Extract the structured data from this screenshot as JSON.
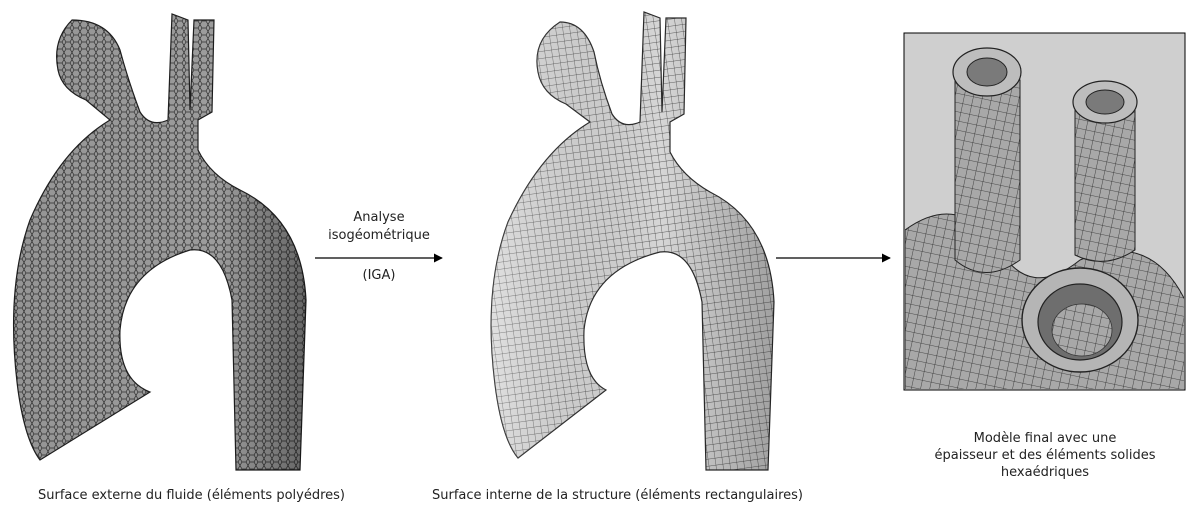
{
  "figure": {
    "panel1": {
      "caption": "Surface externe du fluide (éléments polyédres)"
    },
    "arrow1": {
      "label_top": "Analyse",
      "label_mid": "isogéométrique",
      "label_bot": "(IGA)"
    },
    "panel2": {
      "caption": "Surface interne de la structure (éléments rectangulaires)"
    },
    "panel3": {
      "caption_line1": "Modèle final avec une",
      "caption_line2": "épaisseur et des éléments solides",
      "caption_line3": "hexaédriques"
    }
  },
  "colors": {
    "mesh_fill_dark": "#8a8a8a",
    "mesh_fill_light": "#d8d8d8",
    "mesh_line": "#2a2a2a",
    "arrow": "#000000"
  }
}
